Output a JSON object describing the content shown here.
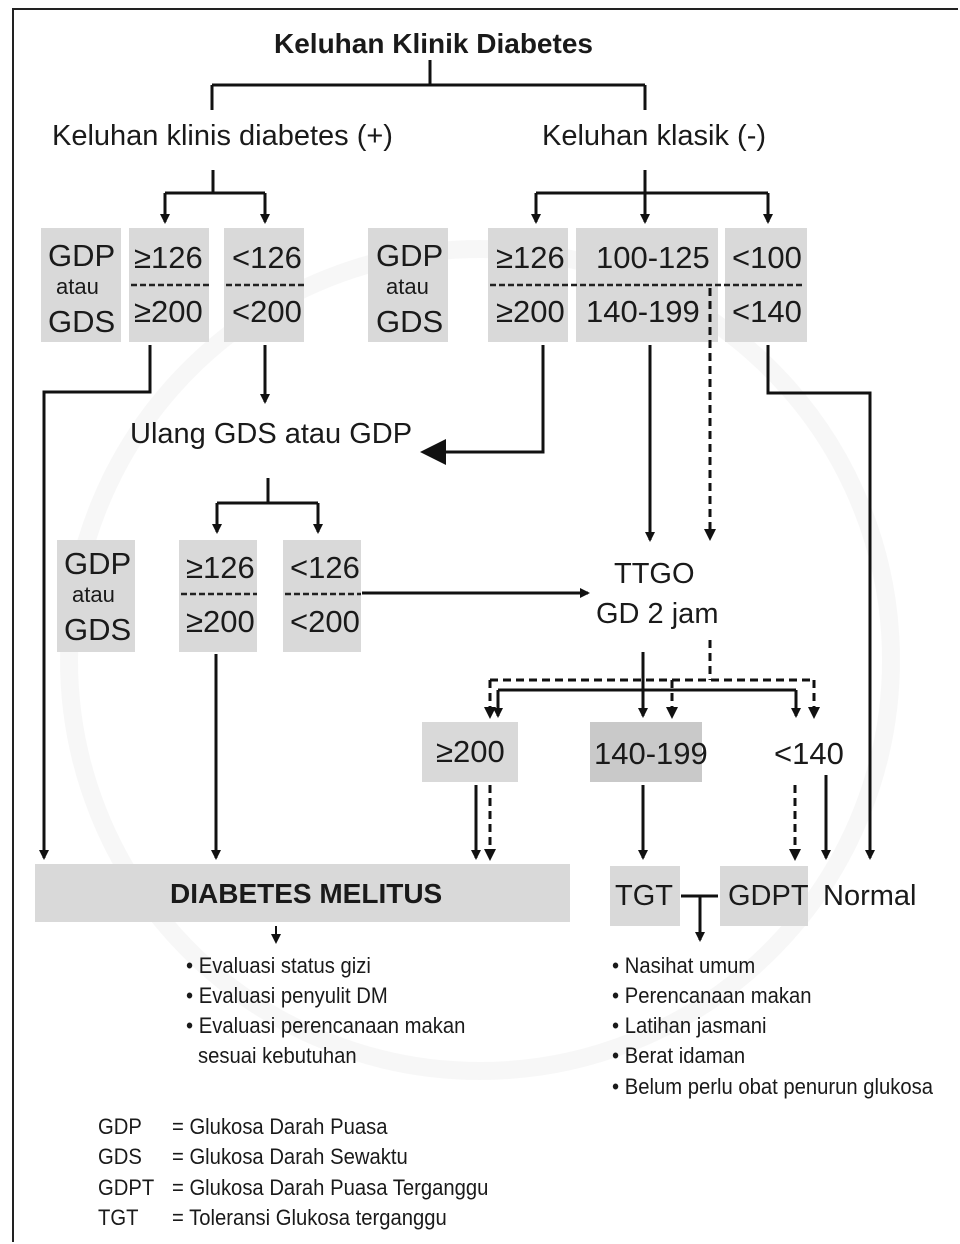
{
  "title": "Keluhan Klinik Diabetes",
  "branch_left": "Keluhan klinis diabetes (+)",
  "branch_right": "Keluhan klasik (-)",
  "test_label": {
    "gdp": "GDP",
    "atau": "atau",
    "gds": "GDS"
  },
  "left_boxes": [
    {
      "top": "≥126",
      "bottom": "≥200"
    },
    {
      "top": "<126",
      "bottom": "<200"
    }
  ],
  "right_boxes": [
    {
      "top": "≥126",
      "bottom": "≥200"
    },
    {
      "top": "100-125",
      "bottom": "140-199"
    },
    {
      "top": "<100",
      "bottom": "<140"
    }
  ],
  "repeat_label": "Ulang GDS atau GDP",
  "repeat_boxes": [
    {
      "top": "≥126",
      "bottom": "≥200"
    },
    {
      "top": "<126",
      "bottom": "<200"
    }
  ],
  "ttgo": {
    "line1": "TTGO",
    "line2": "GD 2 jam"
  },
  "ttgo_results": [
    "≥200",
    "140-199",
    "<140"
  ],
  "diabetes_box": "DIABETES MELITUS",
  "tgt_label": "TGT",
  "gdpt_label": "GDPT",
  "normal_label": "Normal",
  "dm_actions": [
    "Evaluasi status gizi",
    "Evaluasi penyulit DM",
    "Evaluasi perencanaan makan",
    "sesuai kebutuhan"
  ],
  "tgt_actions": [
    "Nasihat umum",
    "Perencanaan makan",
    "Latihan jasmani",
    "Berat idaman",
    "Belum perlu obat penurun glukosa"
  ],
  "legend": [
    {
      "abbr": "GDP",
      "desc": "= Glukosa Darah Puasa"
    },
    {
      "abbr": "GDS",
      "desc": "= Glukosa Darah Sewaktu"
    },
    {
      "abbr": "GDPT",
      "desc": "= Glukosa Darah Puasa Terganggu"
    },
    {
      "abbr": "TGT",
      "desc": "= Toleransi Glukosa terganggu"
    }
  ]
}
